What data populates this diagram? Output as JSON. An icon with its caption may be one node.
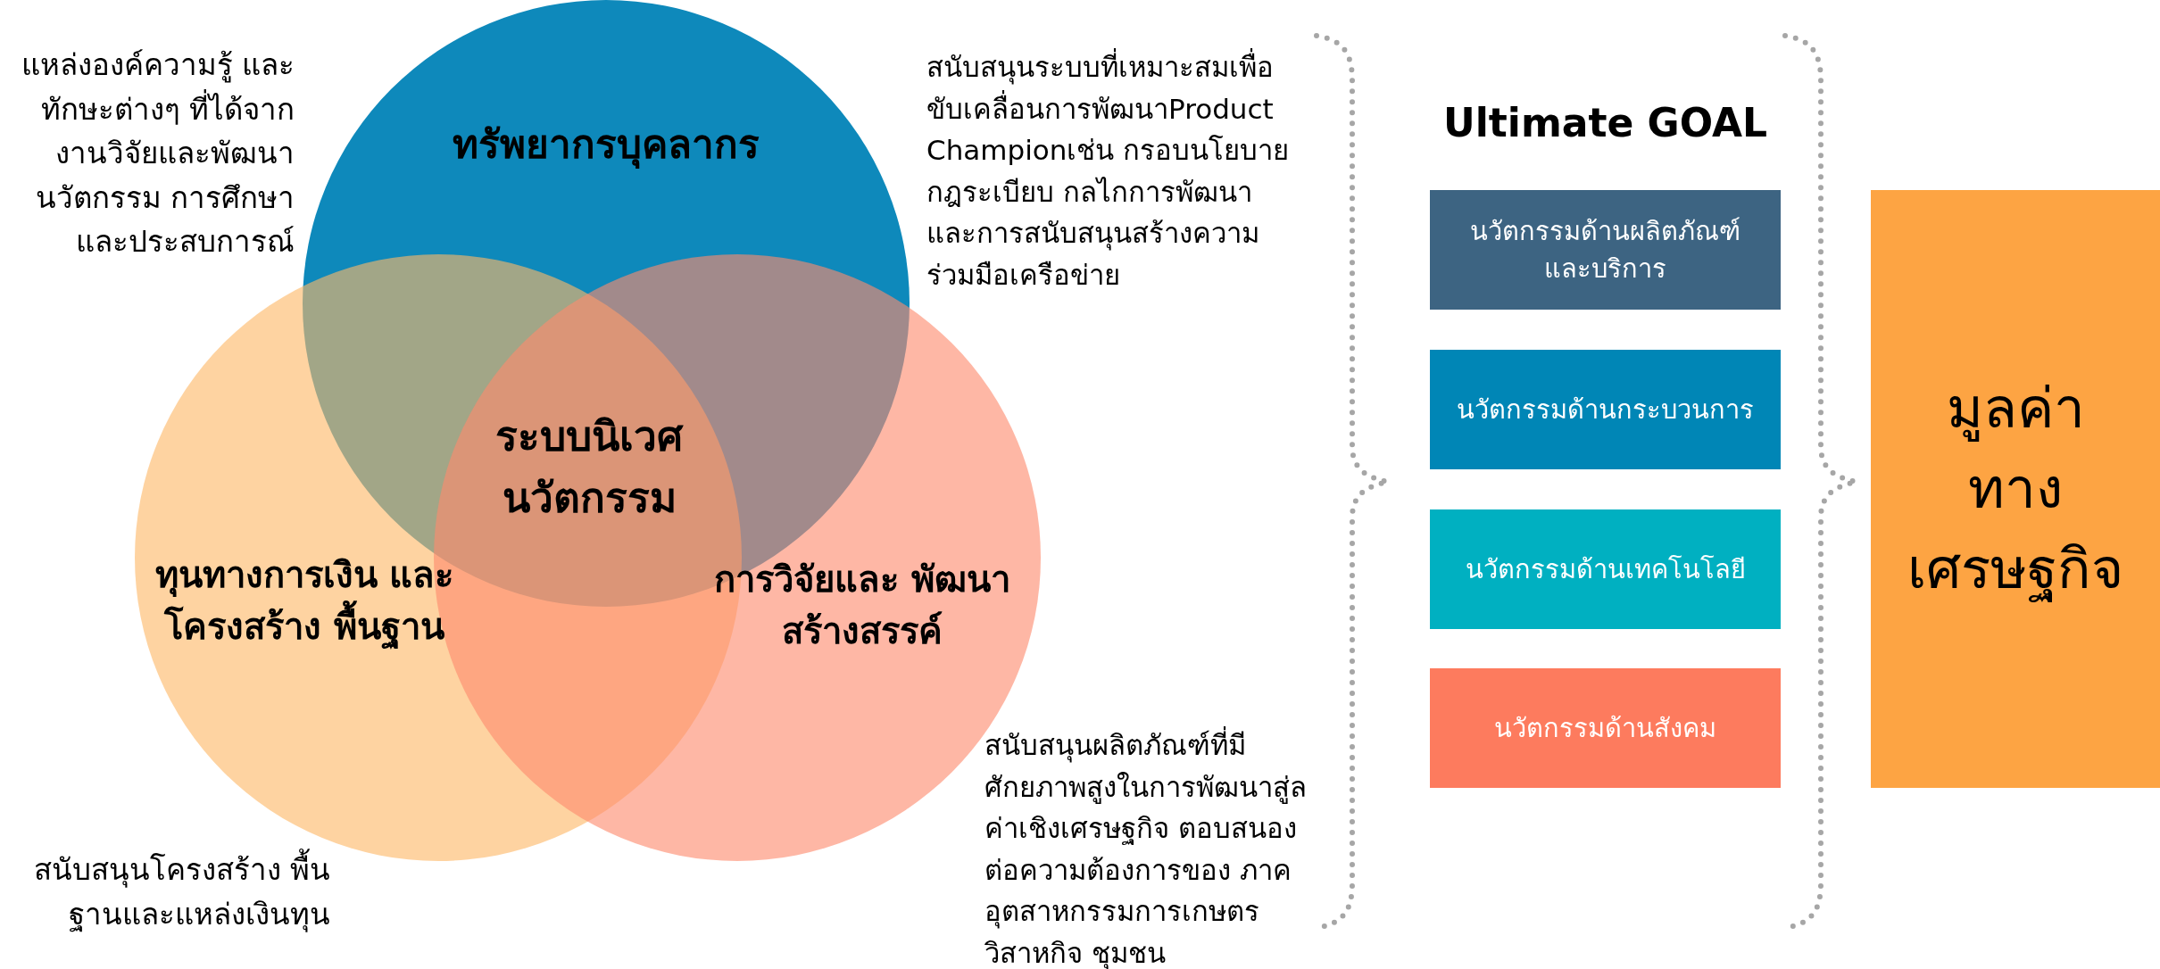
{
  "diagram": {
    "nodes": [
      {
        "text": [
          "ทรัพยากรบุคลากร"
        ]
      },
      {
        "text": [
          "ทุนทางการเงิน และโครงสร้าง พื้นฐาน"
        ]
      },
      {
        "text": [
          "การวิจัยและ พัฒนา สร้างสรรค์"
        ]
      },
      {
        "text": [
          "นวัตกรรมด้านผลิตภัณฑ์ และบริการ"
        ]
      },
      {
        "text": [
          "นวัตกรรมด้านกระบวนการ"
        ]
      },
      {
        "text": [
          "นวัตกรรมด้านเทคโนโลยี"
        ]
      },
      {
        "text": [
          "นวัตกรรมด้านสังคม"
        ]
      },
      {
        "text": [
          "มูลค่าทาง เศรษฐกิจ"
        ]
      }
    ],
    "edges": [],
    "labels": [
      "แหล่งองค์ความรู้ และ ทักษะต่างๆ ที่ได้จาก งานวิจัยและพัฒนา นวัตกรรม การศึกษา และประสบการณ์",
      "สนับสนุนระบบที่เหมาะสมเพื่อ ขับเคลื่อนการพัฒนาProduct Championเช่น กรอบนโยบาย กฎระเบียบ กลไกการพัฒนา และการสนับสนุนสร้างความ ร่วมมือเครือข่าย",
      "ระบบนิเวศ นวัตกรรม",
      "Ultimate GOAL",
      "สนับสนุนผลิตภัณฑ์ที่มี ศักยภาพสูงในการพัฒนาสู่ล ค่าเชิงเศรษฐกิจ ตอบสนอง ต่อความต้องการของ ภาคอุตสาหกรรมการเกษตร วิสาหกิจ ชุมชน",
      "สนับสนุนโครงสร้าง พื้นฐานและแหล่งเงินทุน"
    ]
  }
}
